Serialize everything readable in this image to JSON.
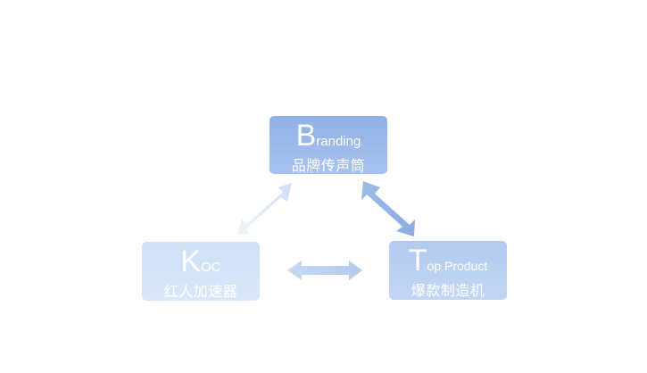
{
  "nodes": {
    "branding": {
      "initial": "B",
      "rest": "randing",
      "zh": "品牌传声筒"
    },
    "koc": {
      "initial": "K",
      "rest": "OC",
      "zh": "红人加速器"
    },
    "product": {
      "initial": "T",
      "rest": "op Product",
      "zh": "爆款制造机"
    }
  },
  "colors": {
    "branding_box": "#97b8e9",
    "koc_box": "#d3e3f7",
    "product_box": "#bad0f2",
    "arrow_dark": "#8fb0e3",
    "arrow_light": "#dde8f8"
  },
  "edges": [
    {
      "from": "koc",
      "to": "branding",
      "direction": "both"
    },
    {
      "from": "branding",
      "to": "product",
      "direction": "both"
    },
    {
      "from": "koc",
      "to": "product",
      "direction": "both"
    }
  ]
}
